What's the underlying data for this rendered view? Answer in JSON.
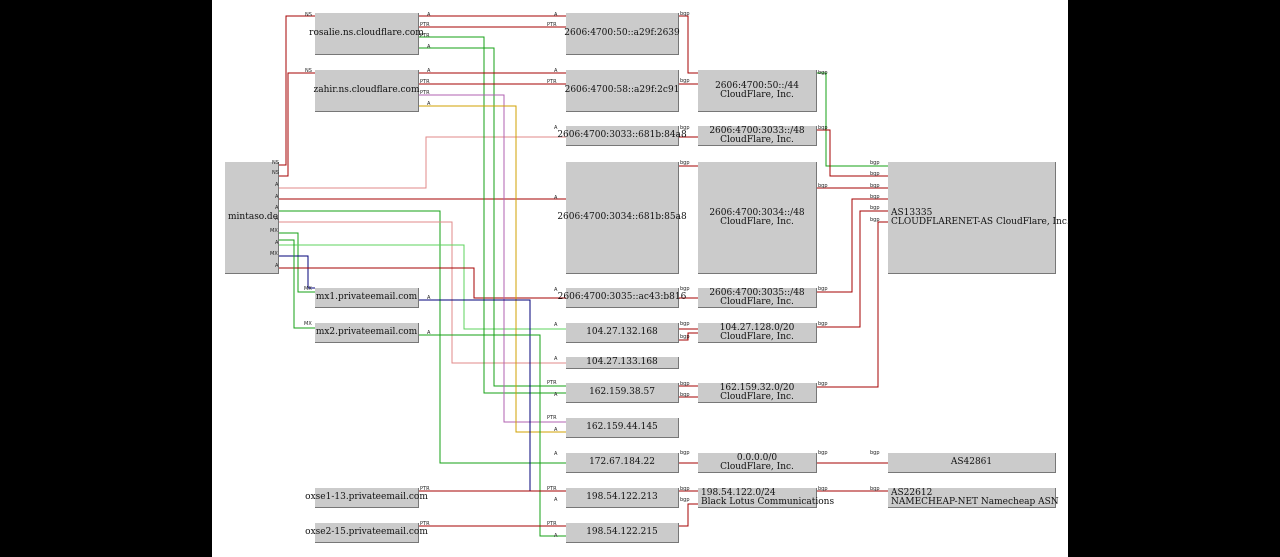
{
  "domain_node": "mintaso.de",
  "ns": [
    "rosalie.ns.cloudflare.com",
    "zahir.ns.cloudflare.com"
  ],
  "mx": [
    "mx1.privateemail.com",
    "mx2.privateemail.com"
  ],
  "oxs": [
    "oxse1-13.privateemail.com",
    "oxse2-15.privateemail.com"
  ],
  "ips": {
    "ip1": "2606:4700:50::a29f:2639",
    "ip2": "2606:4700:58::a29f:2c91",
    "ip3": "2606:4700:3033::681b:84a8",
    "ip4": "2606:4700:3034::681b:85a8",
    "ip5": "2606:4700:3035::ac43:b816",
    "ip6": "104.27.132.168",
    "ip7": "104.27.133.168",
    "ip8": "162.159.38.57",
    "ip9": "162.159.44.145",
    "ip10": "172.67.184.22",
    "ip11": "198.54.122.213",
    "ip12": "198.54.122.215"
  },
  "prefixes": {
    "p1": {
      "net": "2606:4700:50::/44",
      "org": "CloudFlare, Inc."
    },
    "p2": {
      "net": "2606:4700:3033::/48",
      "org": "CloudFlare, Inc."
    },
    "p3": {
      "net": "2606:4700:3034::/48",
      "org": "CloudFlare, Inc."
    },
    "p4": {
      "net": "2606:4700:3035::/48",
      "org": "CloudFlare, Inc."
    },
    "p5": {
      "net": "104.27.128.0/20",
      "org": "CloudFlare, Inc."
    },
    "p6": {
      "net": "162.159.32.0/20",
      "org": "CloudFlare, Inc."
    },
    "p7": {
      "net": "0.0.0.0/0",
      "org": "CloudFlare, Inc."
    },
    "p8": {
      "net": "198.54.122.0/24",
      "org": "Black Lotus Communications"
    }
  },
  "asns": {
    "a1": {
      "num": "AS13335",
      "name": "CLOUDFLARENET-AS CloudFlare, Inc."
    },
    "a2": {
      "num": "AS42861"
    },
    "a3": {
      "num": "AS22612",
      "name": "NAMECHEAP-NET Namecheap ASN"
    }
  },
  "edge_labels": {
    "ns": "NS",
    "a": "A",
    "mx": "MX",
    "ptr": "PTR",
    "bgp": "bgp"
  },
  "colors": {
    "red": "#a50000",
    "pink": "#e08a8a",
    "green": "#14a014",
    "lightgreen": "#5cd35c",
    "blue": "#00007a",
    "orange": "#d0a000",
    "violet": "#b060b0",
    "node": "#cbcbcb"
  }
}
